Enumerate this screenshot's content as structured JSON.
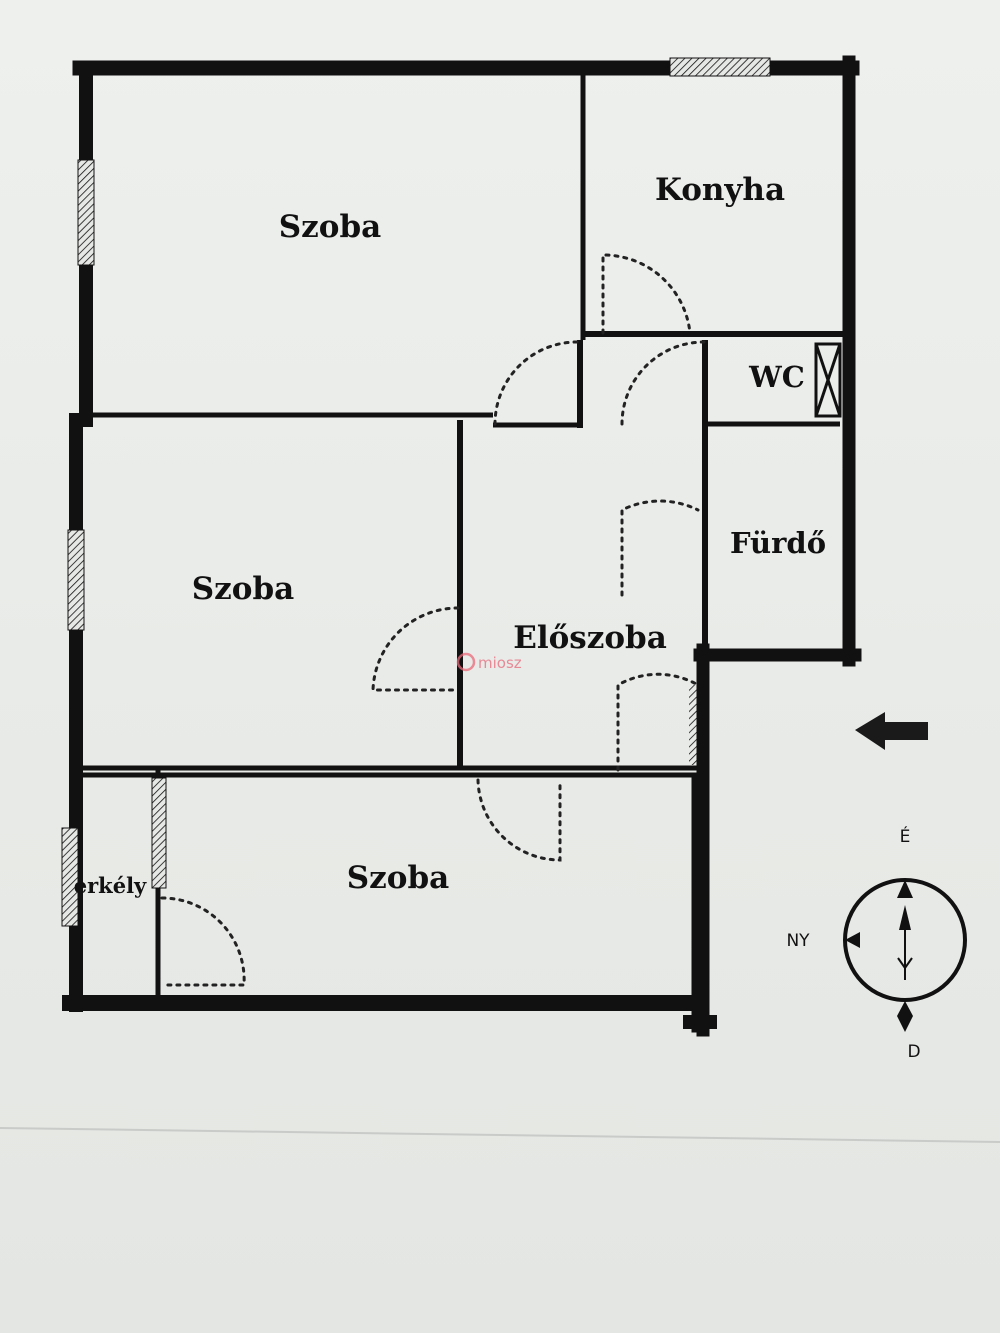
{
  "rooms": {
    "szoba_top": "Szoba",
    "konyha": "Konyha",
    "wc": "WC",
    "szoba_middle": "Szoba",
    "furdo": "Fürdő",
    "eloszoba": "Előszoba",
    "szoba_bottom": "Szoba",
    "erkely": "erkély"
  },
  "compass": {
    "north": "É",
    "west": "NY",
    "south": "D"
  },
  "watermark": "miosz",
  "colors": {
    "wall": "#111111",
    "paper": "#eceeec",
    "watermark": "#e8697a"
  }
}
